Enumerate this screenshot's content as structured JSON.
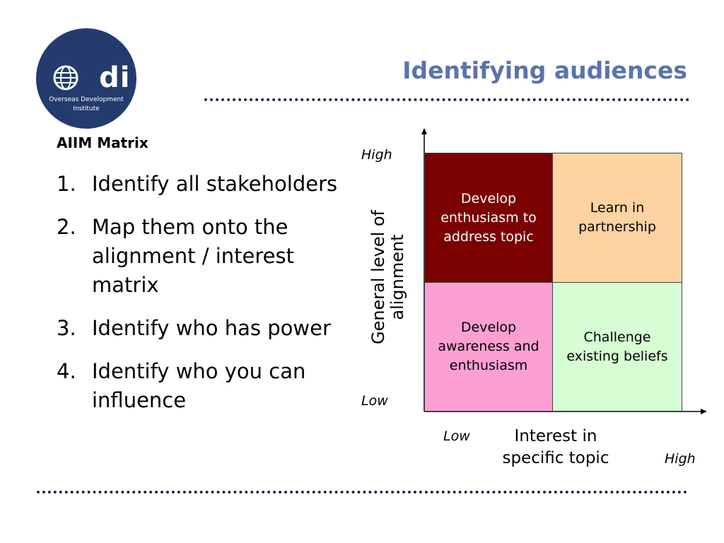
{
  "logo": {
    "wordmark": "odi",
    "org_line_1": "Overseas Development",
    "org_line_2": "Institute"
  },
  "title": "Identifying audiences",
  "matrix_section": {
    "heading": "AIIM Matrix",
    "steps": [
      {
        "num": "1.",
        "text": "Identify all stakeholders"
      },
      {
        "num": "2.",
        "text": "Map them onto the alignment / interest matrix"
      },
      {
        "num": "3.",
        "text": "Identify who has power"
      },
      {
        "num": "4.",
        "text": "Identify who you can influence"
      }
    ]
  },
  "diagram": {
    "y_axis_label": "General level of alignment",
    "y_high": "High",
    "y_low": "Low",
    "x_axis_label": "Interest in specific topic",
    "x_low": "Low",
    "x_high": "High",
    "quadrants": {
      "top_left": {
        "text": "Develop enthusiasm to address topic",
        "color": "#7b0000",
        "text_color": "#ffffff"
      },
      "top_right": {
        "text": "Learn in partnership",
        "color": "#fdd3a1",
        "text_color": "#000000"
      },
      "bottom_left": {
        "text": "Develop awareness and enthusiasm",
        "color": "#fd9fd2",
        "text_color": "#000000"
      },
      "bottom_right": {
        "text": "Challenge existing beliefs",
        "color": "#d6fdd3",
        "text_color": "#000000"
      }
    },
    "axis_color": "#000000"
  },
  "colors": {
    "title": "#5b73ab",
    "logo_bg": "#243b6e",
    "dotted_rule": "#1f2a44"
  }
}
